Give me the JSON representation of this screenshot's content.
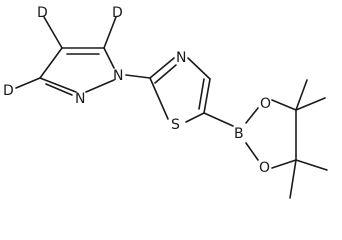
{
  "molecule": {
    "atoms": {
      "d_top_left": "D",
      "d_top_right": "D",
      "d_left": "D",
      "n_pyrazole_1": "N",
      "n_pyrazole_2": "N",
      "n_thiazole": "N",
      "s_thiazole": "S",
      "boron": "B",
      "o_top": "O",
      "o_bottom": "O"
    }
  }
}
